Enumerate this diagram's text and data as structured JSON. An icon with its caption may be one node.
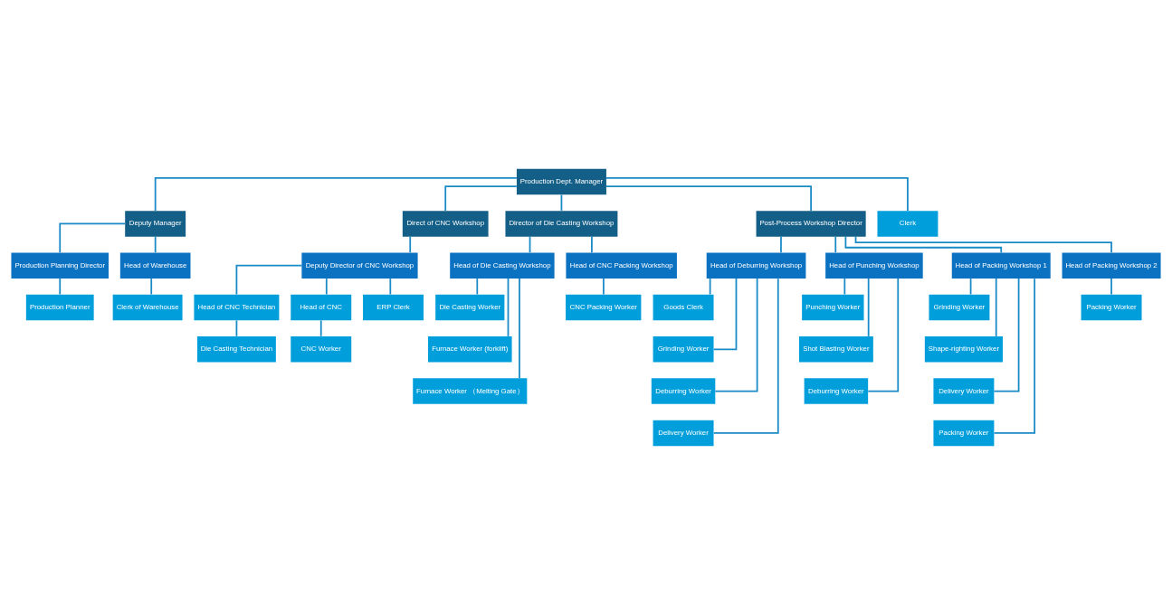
{
  "diagram": {
    "nodes": [
      {
        "text": [
          "Production Dept. Manager"
        ]
      },
      {
        "text": [
          "Deputy Manager"
        ]
      },
      {
        "text": [
          "Direct of CNC Workshop"
        ]
      },
      {
        "text": [
          "Director of Die Casting Workshop"
        ]
      },
      {
        "text": [
          "Post-Process Workshop Director"
        ]
      },
      {
        "text": [
          "Clerk"
        ]
      },
      {
        "text": [
          "Production Planning Director"
        ]
      },
      {
        "text": [
          "Head of Warehouse"
        ]
      },
      {
        "text": [
          "Deputy Director of CNC Workshop"
        ]
      },
      {
        "text": [
          "Head of Die Casting Workshop"
        ]
      },
      {
        "text": [
          "Head of CNC Packing Workshop"
        ]
      },
      {
        "text": [
          "Head of Deburring Workshop"
        ]
      },
      {
        "text": [
          "Head of Punching Workshop"
        ]
      },
      {
        "text": [
          "Head of Packing Workshop 1"
        ]
      },
      {
        "text": [
          "Head of Packing Workshop 2"
        ]
      },
      {
        "text": [
          "Production Planner"
        ]
      },
      {
        "text": [
          "Clerk of Warehouse"
        ]
      },
      {
        "text": [
          "Head of CNC Technician"
        ]
      },
      {
        "text": [
          "Head of CNC"
        ]
      },
      {
        "text": [
          "ERP Clerk"
        ]
      },
      {
        "text": [
          "Die Casting Worker"
        ]
      },
      {
        "text": [
          "Furnace Worker (forklift)"
        ]
      },
      {
        "text": [
          "Furnace Worker （Melting Gate）"
        ]
      },
      {
        "text": [
          "CNC Packing Worker"
        ]
      },
      {
        "text": [
          "Goods Clerk"
        ]
      },
      {
        "text": [
          "Grinding Worker"
        ]
      },
      {
        "text": [
          "Deburring Worker"
        ]
      },
      {
        "text": [
          "Delivery Worker"
        ]
      },
      {
        "text": [
          "Punching Worker"
        ]
      },
      {
        "text": [
          "Shot Blasting Worker"
        ]
      },
      {
        "text": [
          "Deburring Worker"
        ]
      },
      {
        "text": [
          "Grinding Worker"
        ]
      },
      {
        "text": [
          "Shape-righting Worker"
        ]
      },
      {
        "text": [
          "Delivery Worker"
        ]
      },
      {
        "text": [
          "Packing Worker"
        ]
      },
      {
        "text": [
          "Packing Worker"
        ]
      },
      {
        "text": [
          "Die Casting Technician"
        ]
      },
      {
        "text": [
          "CNC Worker"
        ]
      }
    ],
    "edges": [
      {
        "from": 0,
        "to": 1,
        "arrow": "none"
      },
      {
        "from": 0,
        "to": 2,
        "arrow": "none"
      },
      {
        "from": 0,
        "to": 3,
        "arrow": "none"
      },
      {
        "from": 0,
        "to": 4,
        "arrow": "none"
      },
      {
        "from": 0,
        "to": 5,
        "arrow": "none"
      },
      {
        "from": 1,
        "to": 6,
        "arrow": "none"
      },
      {
        "from": 1,
        "to": 7,
        "arrow": "none"
      },
      {
        "from": 2,
        "to": 8,
        "arrow": "none"
      },
      {
        "from": 3,
        "to": 9,
        "arrow": "none"
      },
      {
        "from": 3,
        "to": 10,
        "arrow": "none"
      },
      {
        "from": 4,
        "to": 11,
        "arrow": "none"
      },
      {
        "from": 4,
        "to": 12,
        "arrow": "none"
      },
      {
        "from": 4,
        "to": 13,
        "arrow": "none"
      },
      {
        "from": 4,
        "to": 14,
        "arrow": "none"
      },
      {
        "from": 6,
        "to": 15,
        "arrow": "none"
      },
      {
        "from": 7,
        "to": 16,
        "arrow": "none"
      },
      {
        "from": 8,
        "to": 17,
        "arrow": "none"
      },
      {
        "from": 8,
        "to": 18,
        "arrow": "none"
      },
      {
        "from": 8,
        "to": 19,
        "arrow": "none"
      },
      {
        "from": 9,
        "to": 20,
        "arrow": "none"
      },
      {
        "from": 9,
        "to": 21,
        "arrow": "none"
      },
      {
        "from": 9,
        "to": 22,
        "arrow": "none"
      },
      {
        "from": 10,
        "to": 23,
        "arrow": "none"
      },
      {
        "from": 11,
        "to": 24,
        "arrow": "none"
      },
      {
        "from": 11,
        "to": 25,
        "arrow": "none"
      },
      {
        "from": 11,
        "to": 26,
        "arrow": "none"
      },
      {
        "from": 11,
        "to": 27,
        "arrow": "none"
      },
      {
        "from": 12,
        "to": 28,
        "arrow": "none"
      },
      {
        "from": 12,
        "to": 29,
        "arrow": "none"
      },
      {
        "from": 12,
        "to": 30,
        "arrow": "none"
      },
      {
        "from": 13,
        "to": 31,
        "arrow": "none"
      },
      {
        "from": 13,
        "to": 32,
        "arrow": "none"
      },
      {
        "from": 13,
        "to": 33,
        "arrow": "none"
      },
      {
        "from": 13,
        "to": 34,
        "arrow": "none"
      },
      {
        "from": 14,
        "to": 35,
        "arrow": "none"
      },
      {
        "from": 17,
        "to": 36,
        "arrow": "none"
      },
      {
        "from": 18,
        "to": 37,
        "arrow": "none"
      }
    ]
  }
}
